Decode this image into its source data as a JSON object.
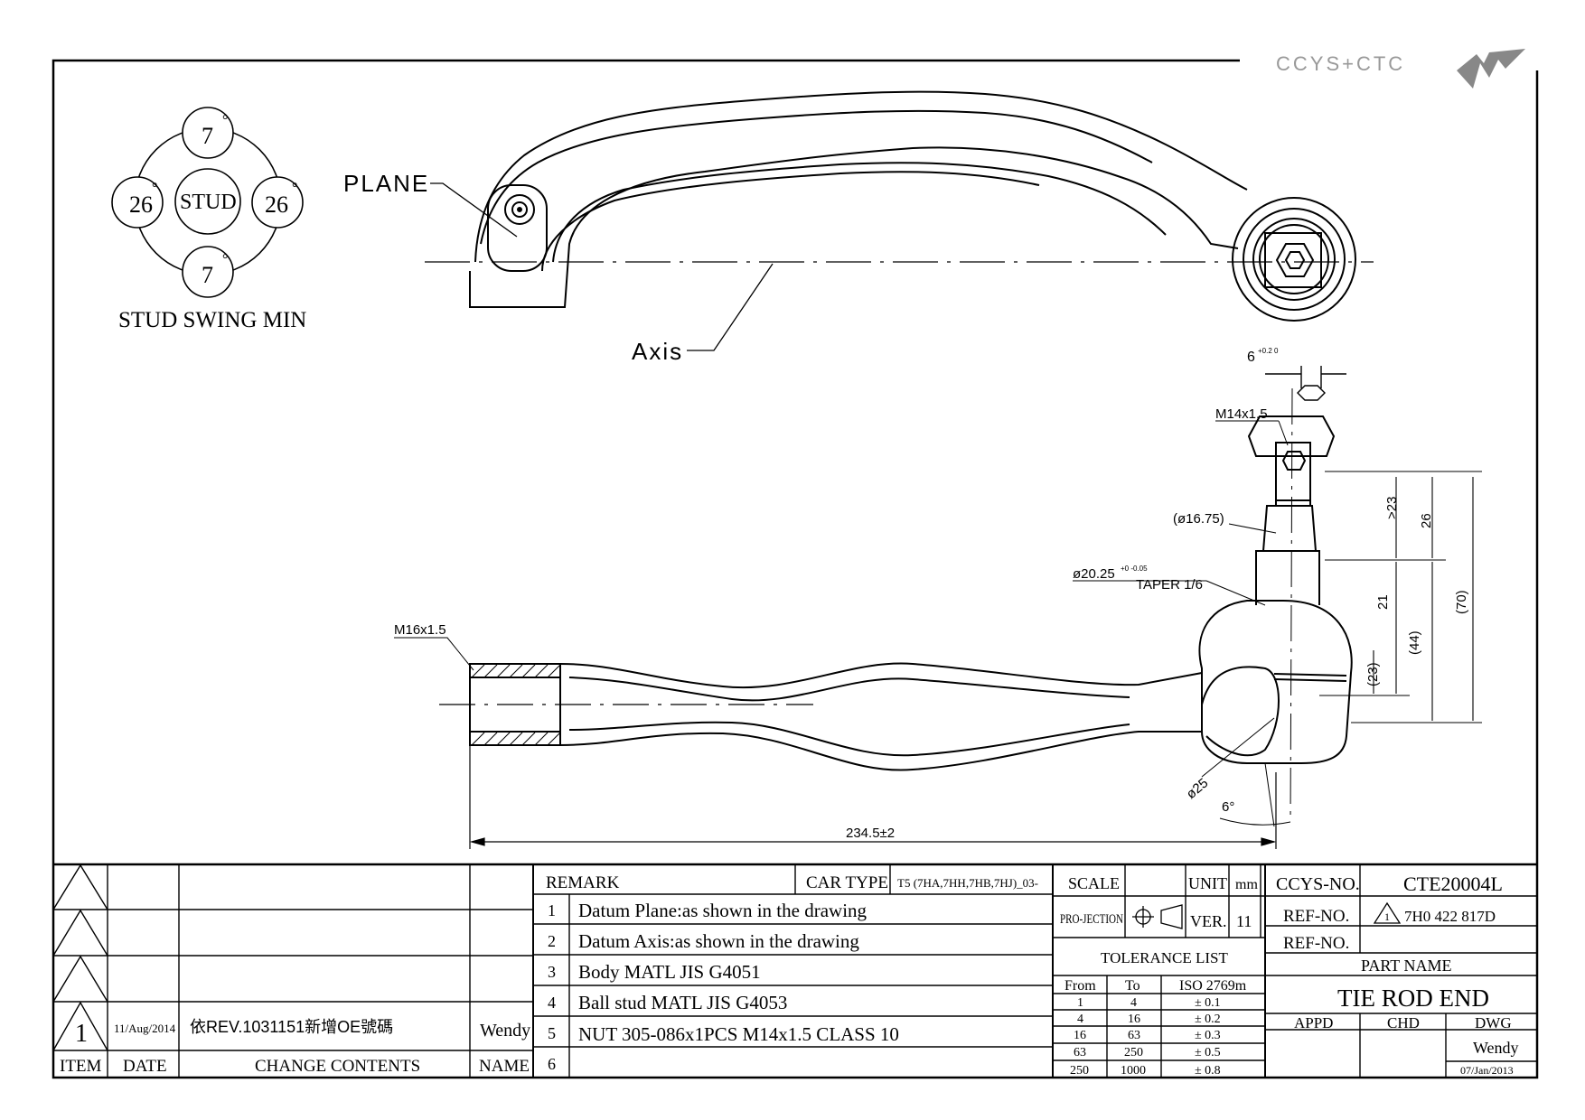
{
  "brand": {
    "logo_text": "CCYS+CTC"
  },
  "stud_swing": {
    "top": "7",
    "bottom": "7",
    "left": "26",
    "right": "26",
    "degree": "°",
    "center": "STUD",
    "caption": "STUD SWING MIN"
  },
  "callouts": {
    "plane": "PLANE",
    "axis": "Axis",
    "hex": "6",
    "hex_tol": "+0.2 0",
    "m14": "M14x1.5",
    "d1675": "(ø16.75)",
    "taper": "ø20.25",
    "taper_tol": "+0 -0.05",
    "taper_text": "TAPER 1/6",
    "m16": "M16x1.5",
    "d25": "ø25",
    "angle6": "6°",
    "length": "234.5±2",
    "v23": ">23",
    "v26": "26",
    "v21": "21",
    "v23b": "(23)",
    "v44": "(44)",
    "v70": "(70)"
  },
  "revision_table": {
    "marker": "1",
    "row": {
      "date": "11/Aug/2014",
      "content": "依REV.1031151新增OE號碼",
      "name": "Wendy"
    },
    "headers": {
      "item": "ITEM",
      "date": "DATE",
      "contents": "CHANGE CONTENTS",
      "name": "NAME"
    }
  },
  "remarks": {
    "header": "REMARK",
    "car_type_label": "CAR TYPE",
    "car_type_value": "T5 (7HA,7HH,7HB,7HJ)_03-",
    "items": [
      {
        "no": "1",
        "text": "Datum Plane:as shown in the drawing"
      },
      {
        "no": "2",
        "text": "Datum Axis:as shown in the drawing"
      },
      {
        "no": "3",
        "text": "Body MATL JIS G4051"
      },
      {
        "no": "4",
        "text": "Ball stud MATL JIS G4053"
      },
      {
        "no": "5",
        "text": "NUT 305-086x1PCS M14x1.5 CLASS 10"
      },
      {
        "no": "6",
        "text": ""
      }
    ]
  },
  "title_block": {
    "scale_label": "SCALE",
    "unit_label": "UNIT",
    "unit_value": "mm",
    "projection_label": "PRO-JECTION",
    "ver_label": "VER.",
    "ver_value": "11",
    "ccys_no_label": "CCYS-NO.",
    "ccys_no_value": "CTE20004L",
    "ref_no_label": "REF-NO.",
    "ref_no_value": "7H0 422 817D",
    "ref_no_mark": "1",
    "ref_no2_label": "REF-NO.",
    "ref_no2_value": "",
    "part_name_label": "PART NAME",
    "part_name": "TIE ROD END",
    "appd": "APPD",
    "chd": "CHD",
    "dwg": "DWG",
    "dwg_name": "Wendy",
    "dwg_date": "07/Jan/2013"
  },
  "tolerance": {
    "title": "TOLERANCE LIST",
    "headers": [
      "From",
      "To",
      "ISO 2769m"
    ],
    "rows": [
      [
        "1",
        "4",
        "± 0.1"
      ],
      [
        "4",
        "16",
        "± 0.2"
      ],
      [
        "16",
        "63",
        "± 0.3"
      ],
      [
        "63",
        "250",
        "± 0.5"
      ],
      [
        "250",
        "1000",
        "± 0.8"
      ]
    ]
  }
}
